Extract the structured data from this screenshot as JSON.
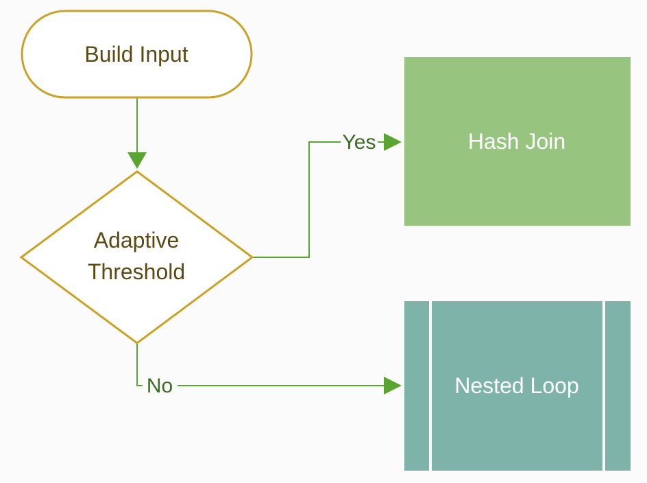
{
  "nodes": {
    "start": {
      "label": "Build Input"
    },
    "decision": {
      "label_line1": "Adaptive",
      "label_line2": "Threshold"
    },
    "hash_join": {
      "label": "Hash Join"
    },
    "nested_loop": {
      "label": "Nested Loop"
    }
  },
  "edges": {
    "yes": {
      "label": "Yes"
    },
    "no": {
      "label": "No"
    }
  },
  "colors": {
    "background": "#fbfbfb",
    "terminal_stroke": "#c9a227",
    "decision_stroke": "#c9a227",
    "node_text_dark": "#5b4a14",
    "connector": "#5aa532",
    "edge_label": "#3d6b24",
    "hash_join_fill": "#97c47e",
    "nested_loop_fill": "#7db3a8",
    "light_text": "#ffffff"
  }
}
